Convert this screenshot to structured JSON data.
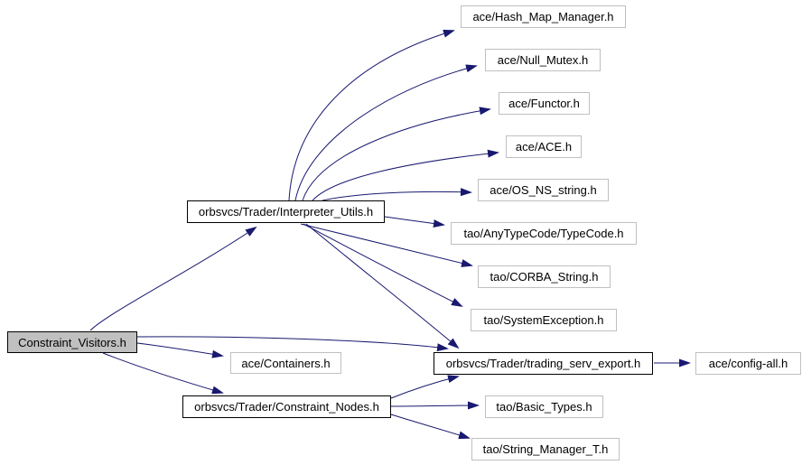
{
  "graph": {
    "type": "include-dependency-graph",
    "colors": {
      "edge": "#191970",
      "leaf_border": "#c0c0c0",
      "emphasis_border": "#000000",
      "root_fill": "#c0c0c0",
      "background": "#ffffff",
      "text": "#000000"
    },
    "nodes": [
      {
        "id": "constraint-visitors",
        "label": "Constraint_Visitors.h",
        "style": "root"
      },
      {
        "id": "interpreter-utils",
        "label": "orbsvcs/Trader/Interpreter_Utils.h",
        "style": "strong"
      },
      {
        "id": "hash-map-manager",
        "label": "ace/Hash_Map_Manager.h",
        "style": "leaf"
      },
      {
        "id": "null-mutex",
        "label": "ace/Null_Mutex.h",
        "style": "leaf"
      },
      {
        "id": "functor",
        "label": "ace/Functor.h",
        "style": "leaf"
      },
      {
        "id": "ace",
        "label": "ace/ACE.h",
        "style": "leaf"
      },
      {
        "id": "os-ns-string",
        "label": "ace/OS_NS_string.h",
        "style": "leaf"
      },
      {
        "id": "typecode",
        "label": "tao/AnyTypeCode/TypeCode.h",
        "style": "leaf"
      },
      {
        "id": "corba-string",
        "label": "tao/CORBA_String.h",
        "style": "leaf"
      },
      {
        "id": "system-exception",
        "label": "tao/SystemException.h",
        "style": "leaf"
      },
      {
        "id": "trading-serv-export",
        "label": "orbsvcs/Trader/trading_serv_export.h",
        "style": "strong"
      },
      {
        "id": "config-all",
        "label": "ace/config-all.h",
        "style": "leaf"
      },
      {
        "id": "containers",
        "label": "ace/Containers.h",
        "style": "leaf"
      },
      {
        "id": "constraint-nodes",
        "label": "orbsvcs/Trader/Constraint_Nodes.h",
        "style": "strong"
      },
      {
        "id": "basic-types",
        "label": "tao/Basic_Types.h",
        "style": "leaf"
      },
      {
        "id": "string-manager-t",
        "label": "tao/String_Manager_T.h",
        "style": "leaf"
      }
    ],
    "edges": [
      {
        "from": "constraint-visitors",
        "to": "interpreter-utils"
      },
      {
        "from": "constraint-visitors",
        "to": "trading-serv-export"
      },
      {
        "from": "constraint-visitors",
        "to": "containers"
      },
      {
        "from": "constraint-visitors",
        "to": "constraint-nodes"
      },
      {
        "from": "interpreter-utils",
        "to": "hash-map-manager"
      },
      {
        "from": "interpreter-utils",
        "to": "null-mutex"
      },
      {
        "from": "interpreter-utils",
        "to": "functor"
      },
      {
        "from": "interpreter-utils",
        "to": "ace"
      },
      {
        "from": "interpreter-utils",
        "to": "os-ns-string"
      },
      {
        "from": "interpreter-utils",
        "to": "typecode"
      },
      {
        "from": "interpreter-utils",
        "to": "corba-string"
      },
      {
        "from": "interpreter-utils",
        "to": "system-exception"
      },
      {
        "from": "interpreter-utils",
        "to": "trading-serv-export"
      },
      {
        "from": "constraint-nodes",
        "to": "trading-serv-export"
      },
      {
        "from": "constraint-nodes",
        "to": "basic-types"
      },
      {
        "from": "constraint-nodes",
        "to": "string-manager-t"
      },
      {
        "from": "trading-serv-export",
        "to": "config-all"
      }
    ]
  }
}
